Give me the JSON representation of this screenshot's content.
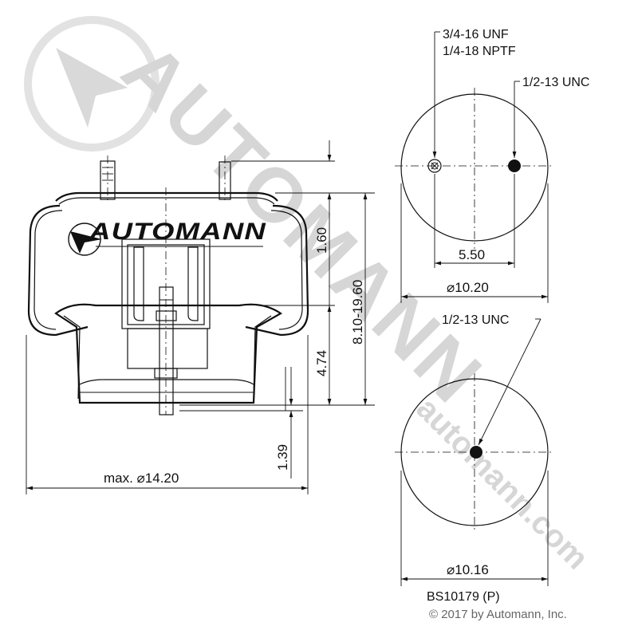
{
  "watermark": {
    "brand": "AUTOMANN",
    "url": "automann.com",
    "color": "#d9d9d9"
  },
  "logo": {
    "brand": "AUTOMANN"
  },
  "side_view": {
    "dim_height_top": "1.60",
    "dim_height_range": "8.10-19.60",
    "dim_height_piston": "4.74",
    "dim_height_bottom": "1.39",
    "dim_diameter": "max.  ⌀14.20"
  },
  "top_view": {
    "callout_fitting_line1": "3/4-16 UNF",
    "callout_fitting_line2": "1/4-18 NPTF",
    "callout_stud": "1/2-13 UNC",
    "dim_spacing": "5.50",
    "dim_diameter": "⌀10.20"
  },
  "bottom_view": {
    "callout_thread": "1/2-13 UNC",
    "dim_diameter": "⌀10.16",
    "part_number": "BS10179 (P)"
  },
  "copyright": "© 2017 by Automann, Inc."
}
